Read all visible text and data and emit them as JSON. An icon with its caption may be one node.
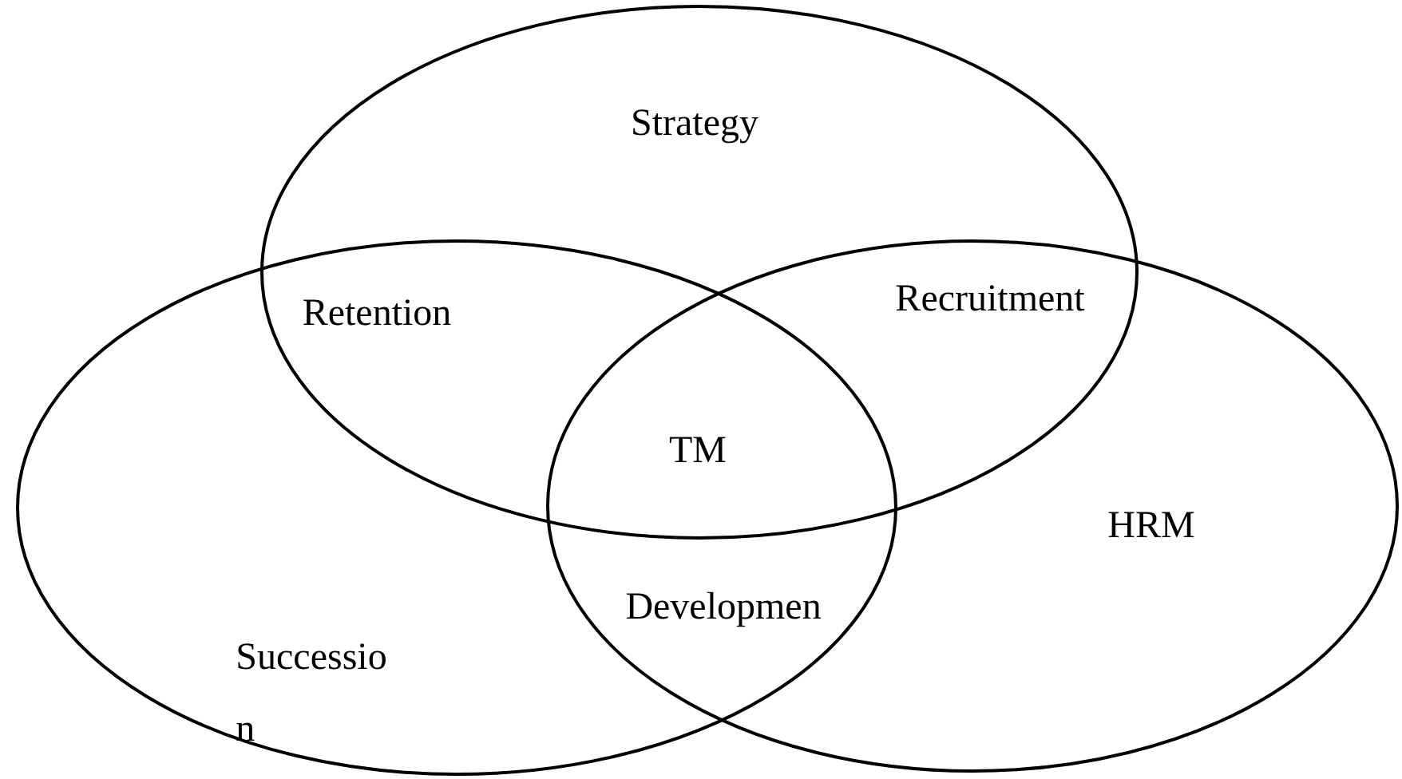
{
  "diagram": {
    "nodes": [
      {
        "text": [
          "Strategy"
        ]
      },
      {
        "text": [
          "Successio n"
        ]
      },
      {
        "text": [
          "HRM"
        ]
      }
    ],
    "labels": [
      "Retention",
      "Recruitment",
      "TM",
      "Developmen"
    ]
  }
}
